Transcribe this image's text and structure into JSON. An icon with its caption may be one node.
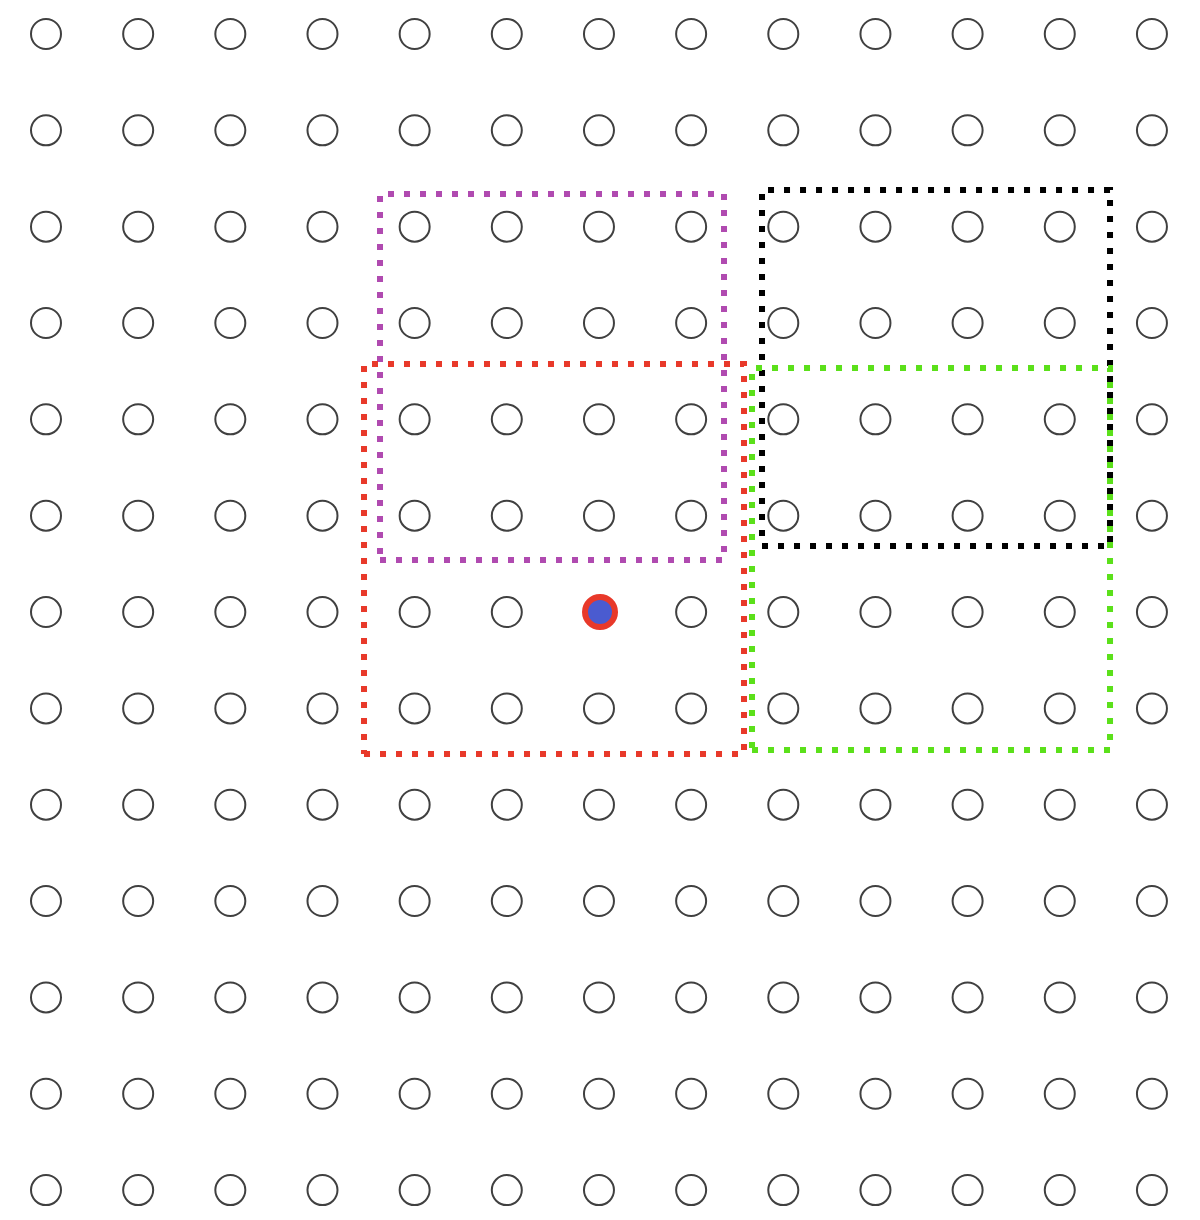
{
  "diagram": {
    "nodes": [
      {
        "text": [],
        "shape": "box"
      },
      {
        "text": [],
        "shape": "box"
      },
      {
        "text": [],
        "shape": "box"
      },
      {
        "text": [],
        "shape": "box"
      },
      {
        "text": [],
        "shape": "circle",
        "in": 2
      }
    ]
  }
}
